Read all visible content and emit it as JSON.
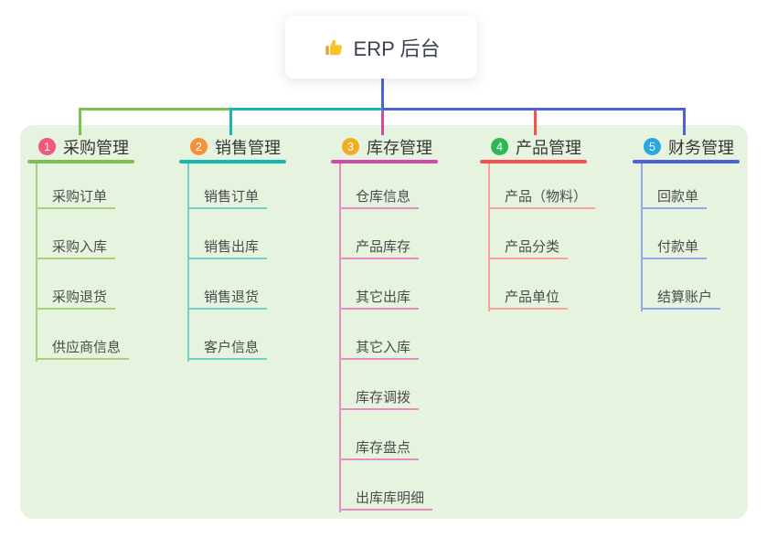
{
  "root": {
    "label": "ERP 后台",
    "icon": "thumbs-up-icon"
  },
  "branches": [
    {
      "num": "1",
      "label": "采购管理",
      "children": [
        "采购订单",
        "采购入库",
        "采购退货",
        "供应商信息"
      ],
      "colors": {
        "badge": "#f2587a",
        "line": "#7fbf4f",
        "child_line": "#a8d07e"
      }
    },
    {
      "num": "2",
      "label": "销售管理",
      "children": [
        "销售订单",
        "销售出库",
        "销售退货",
        "客户信息"
      ],
      "colors": {
        "badge": "#f7903c",
        "line": "#14b8b0",
        "child_line": "#74cfc8"
      }
    },
    {
      "num": "3",
      "label": "库存管理",
      "children": [
        "仓库信息",
        "产品库存",
        "其它出库",
        "其它入库",
        "库存调拨",
        "库存盘点",
        "出库库明细"
      ],
      "colors": {
        "badge": "#f0ad26",
        "line": "#d14aa6",
        "child_line": "#ea8ac4"
      }
    },
    {
      "num": "4",
      "label": "产品管理",
      "children": [
        "产品（物料）",
        "产品分类",
        "产品单位"
      ],
      "colors": {
        "badge": "#2eb755",
        "line": "#f4534a",
        "child_line": "#f8a29b"
      }
    },
    {
      "num": "5",
      "label": "财务管理",
      "children": [
        "回款单",
        "付款单",
        "结算账户"
      ],
      "colors": {
        "badge": "#28a8e0",
        "line": "#4c62d8",
        "child_line": "#93a7e4"
      }
    }
  ],
  "connector": {
    "root_line_color": "#4c62d8"
  },
  "panel_color": "#e6f4df"
}
